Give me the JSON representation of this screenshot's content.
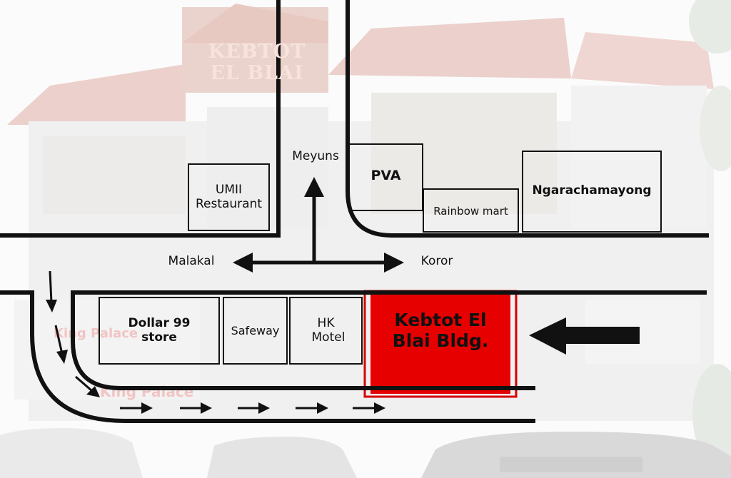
{
  "photo_sign": "KEBTOT EL BLAI",
  "directions": {
    "north": "Meyuns",
    "west": "Malakal",
    "east": "Koror"
  },
  "places": {
    "umii": "UMII Restaurant",
    "pva": "PVA",
    "rainbow": "Rainbow mart",
    "ngara": "Ngarachamayong",
    "dollar99": "Dollar 99 store",
    "safeway": "Safeway",
    "hk_motel": "HK Motel",
    "kebtot": "Kebtot El Blai Bldg."
  },
  "colors": {
    "highlight": "#e60000",
    "road": "#111111"
  },
  "icons": [
    "pointer-arrow-icon",
    "direction-arrow-icon",
    "traffic-arrow-icon"
  ]
}
